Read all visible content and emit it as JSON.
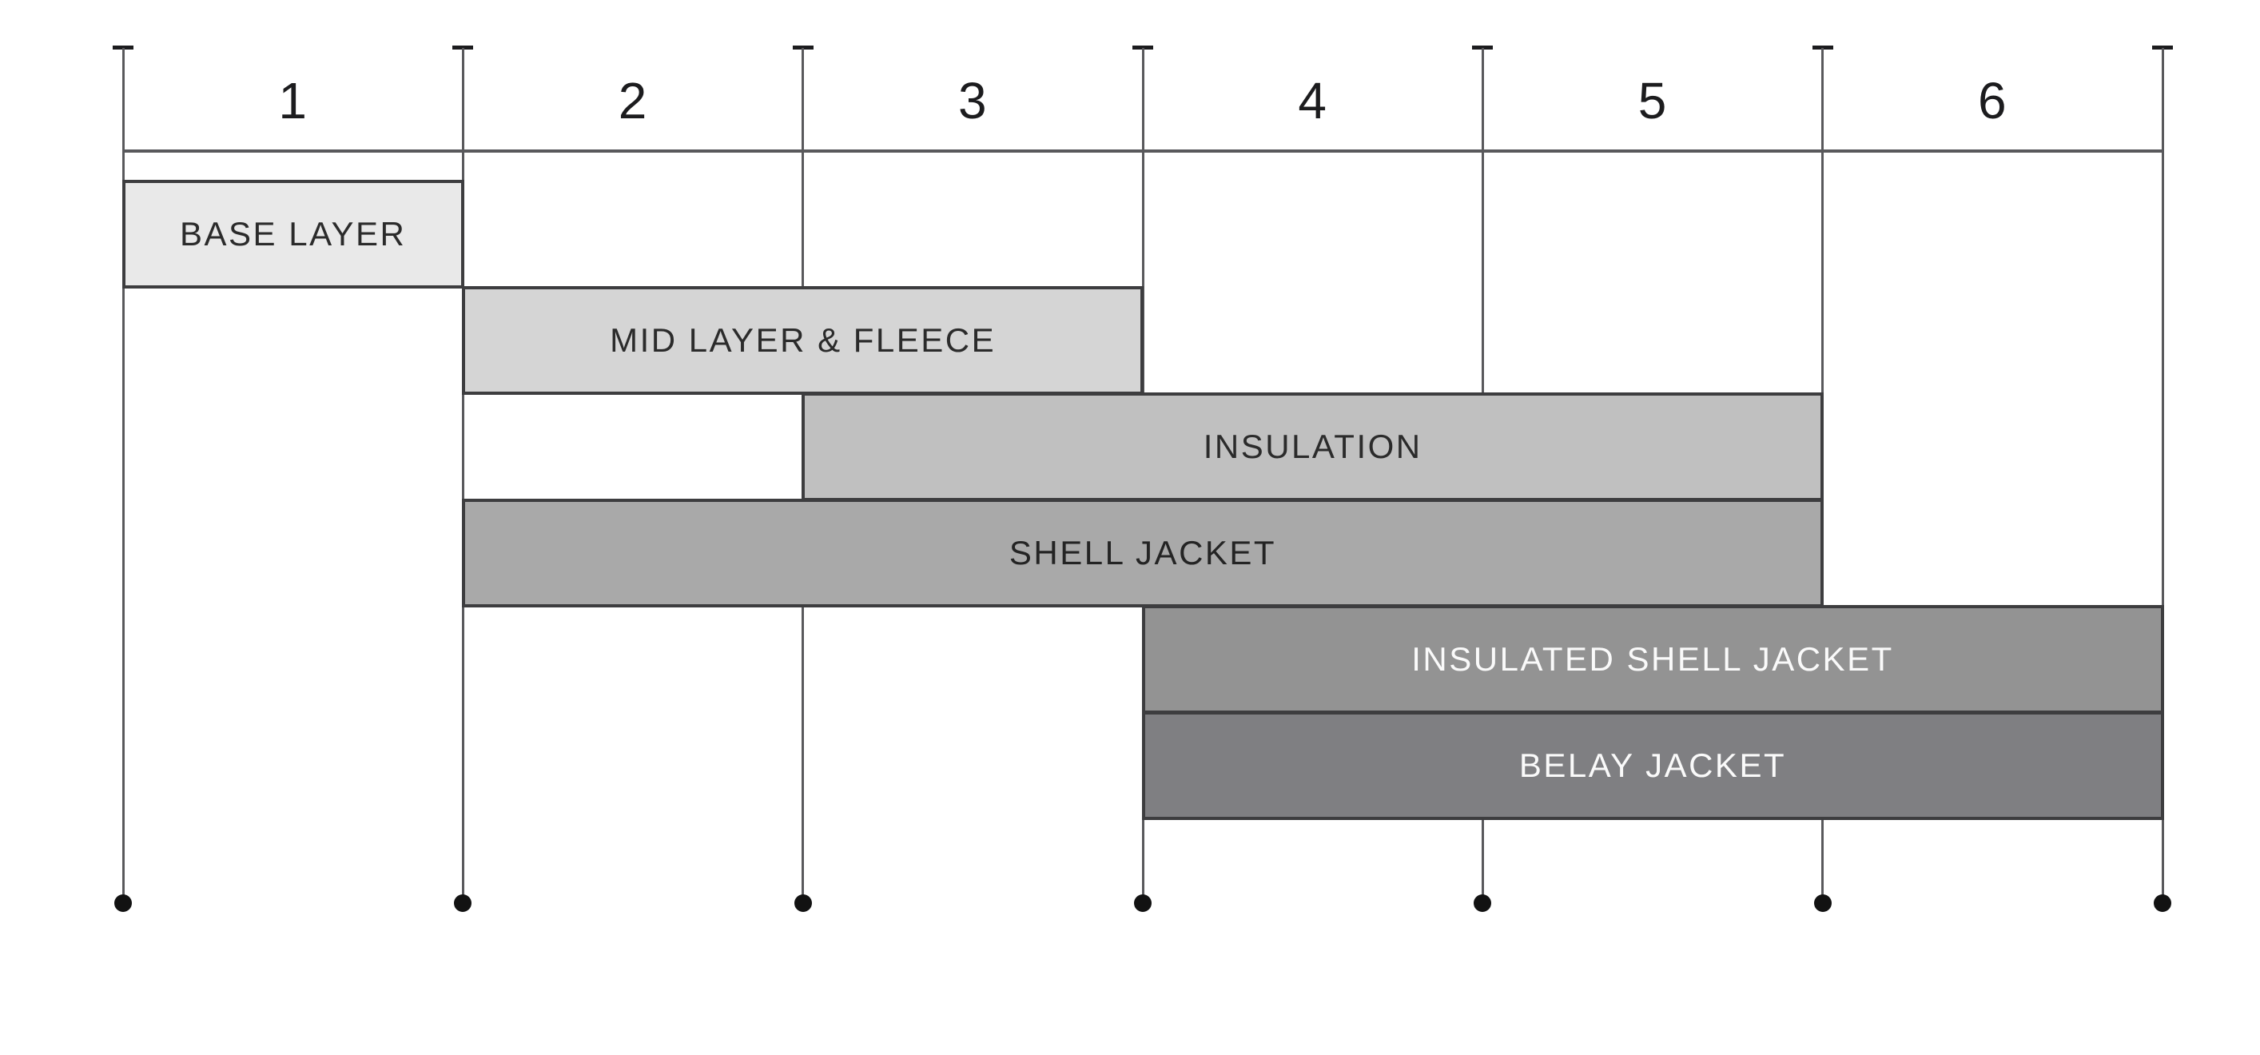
{
  "chart_data": {
    "type": "gantt",
    "title": "",
    "columns": [
      "1",
      "2",
      "3",
      "4",
      "5",
      "6"
    ],
    "x_range": [
      0,
      6
    ],
    "grid": true,
    "legend": "none",
    "bars": [
      {
        "label": "BASE LAYER",
        "start": 0,
        "end": 1,
        "row": 0,
        "fill": "#e9e9e9",
        "text_color": "#2b2b2b"
      },
      {
        "label": "MID LAYER & FLEECE",
        "start": 1,
        "end": 3,
        "row": 1,
        "fill": "#d5d5d5",
        "text_color": "#2b2b2b"
      },
      {
        "label": "INSULATION",
        "start": 2,
        "end": 5,
        "row": 2,
        "fill": "#c0c0c0",
        "text_color": "#2b2b2b"
      },
      {
        "label": "SHELL JACKET",
        "start": 1,
        "end": 5,
        "row": 3,
        "fill": "#a9a9a9",
        "text_color": "#242424"
      },
      {
        "label": "INSULATED SHELL JACKET",
        "start": 3,
        "end": 6,
        "row": 4,
        "fill": "#939393",
        "text_color": "#fafafa"
      },
      {
        "label": "BELAY JACKET",
        "start": 3,
        "end": 6,
        "row": 5,
        "fill": "#7f7f82",
        "text_color": "#fafafa"
      }
    ],
    "style": {
      "background": "#ffffff",
      "grid_line_color": "#59595c",
      "bar_border_color": "#3d3d3f",
      "tick_cap_color": "#1c1c1e",
      "dot_color": "#121212",
      "column_label_color": "#1c1c1e"
    }
  }
}
